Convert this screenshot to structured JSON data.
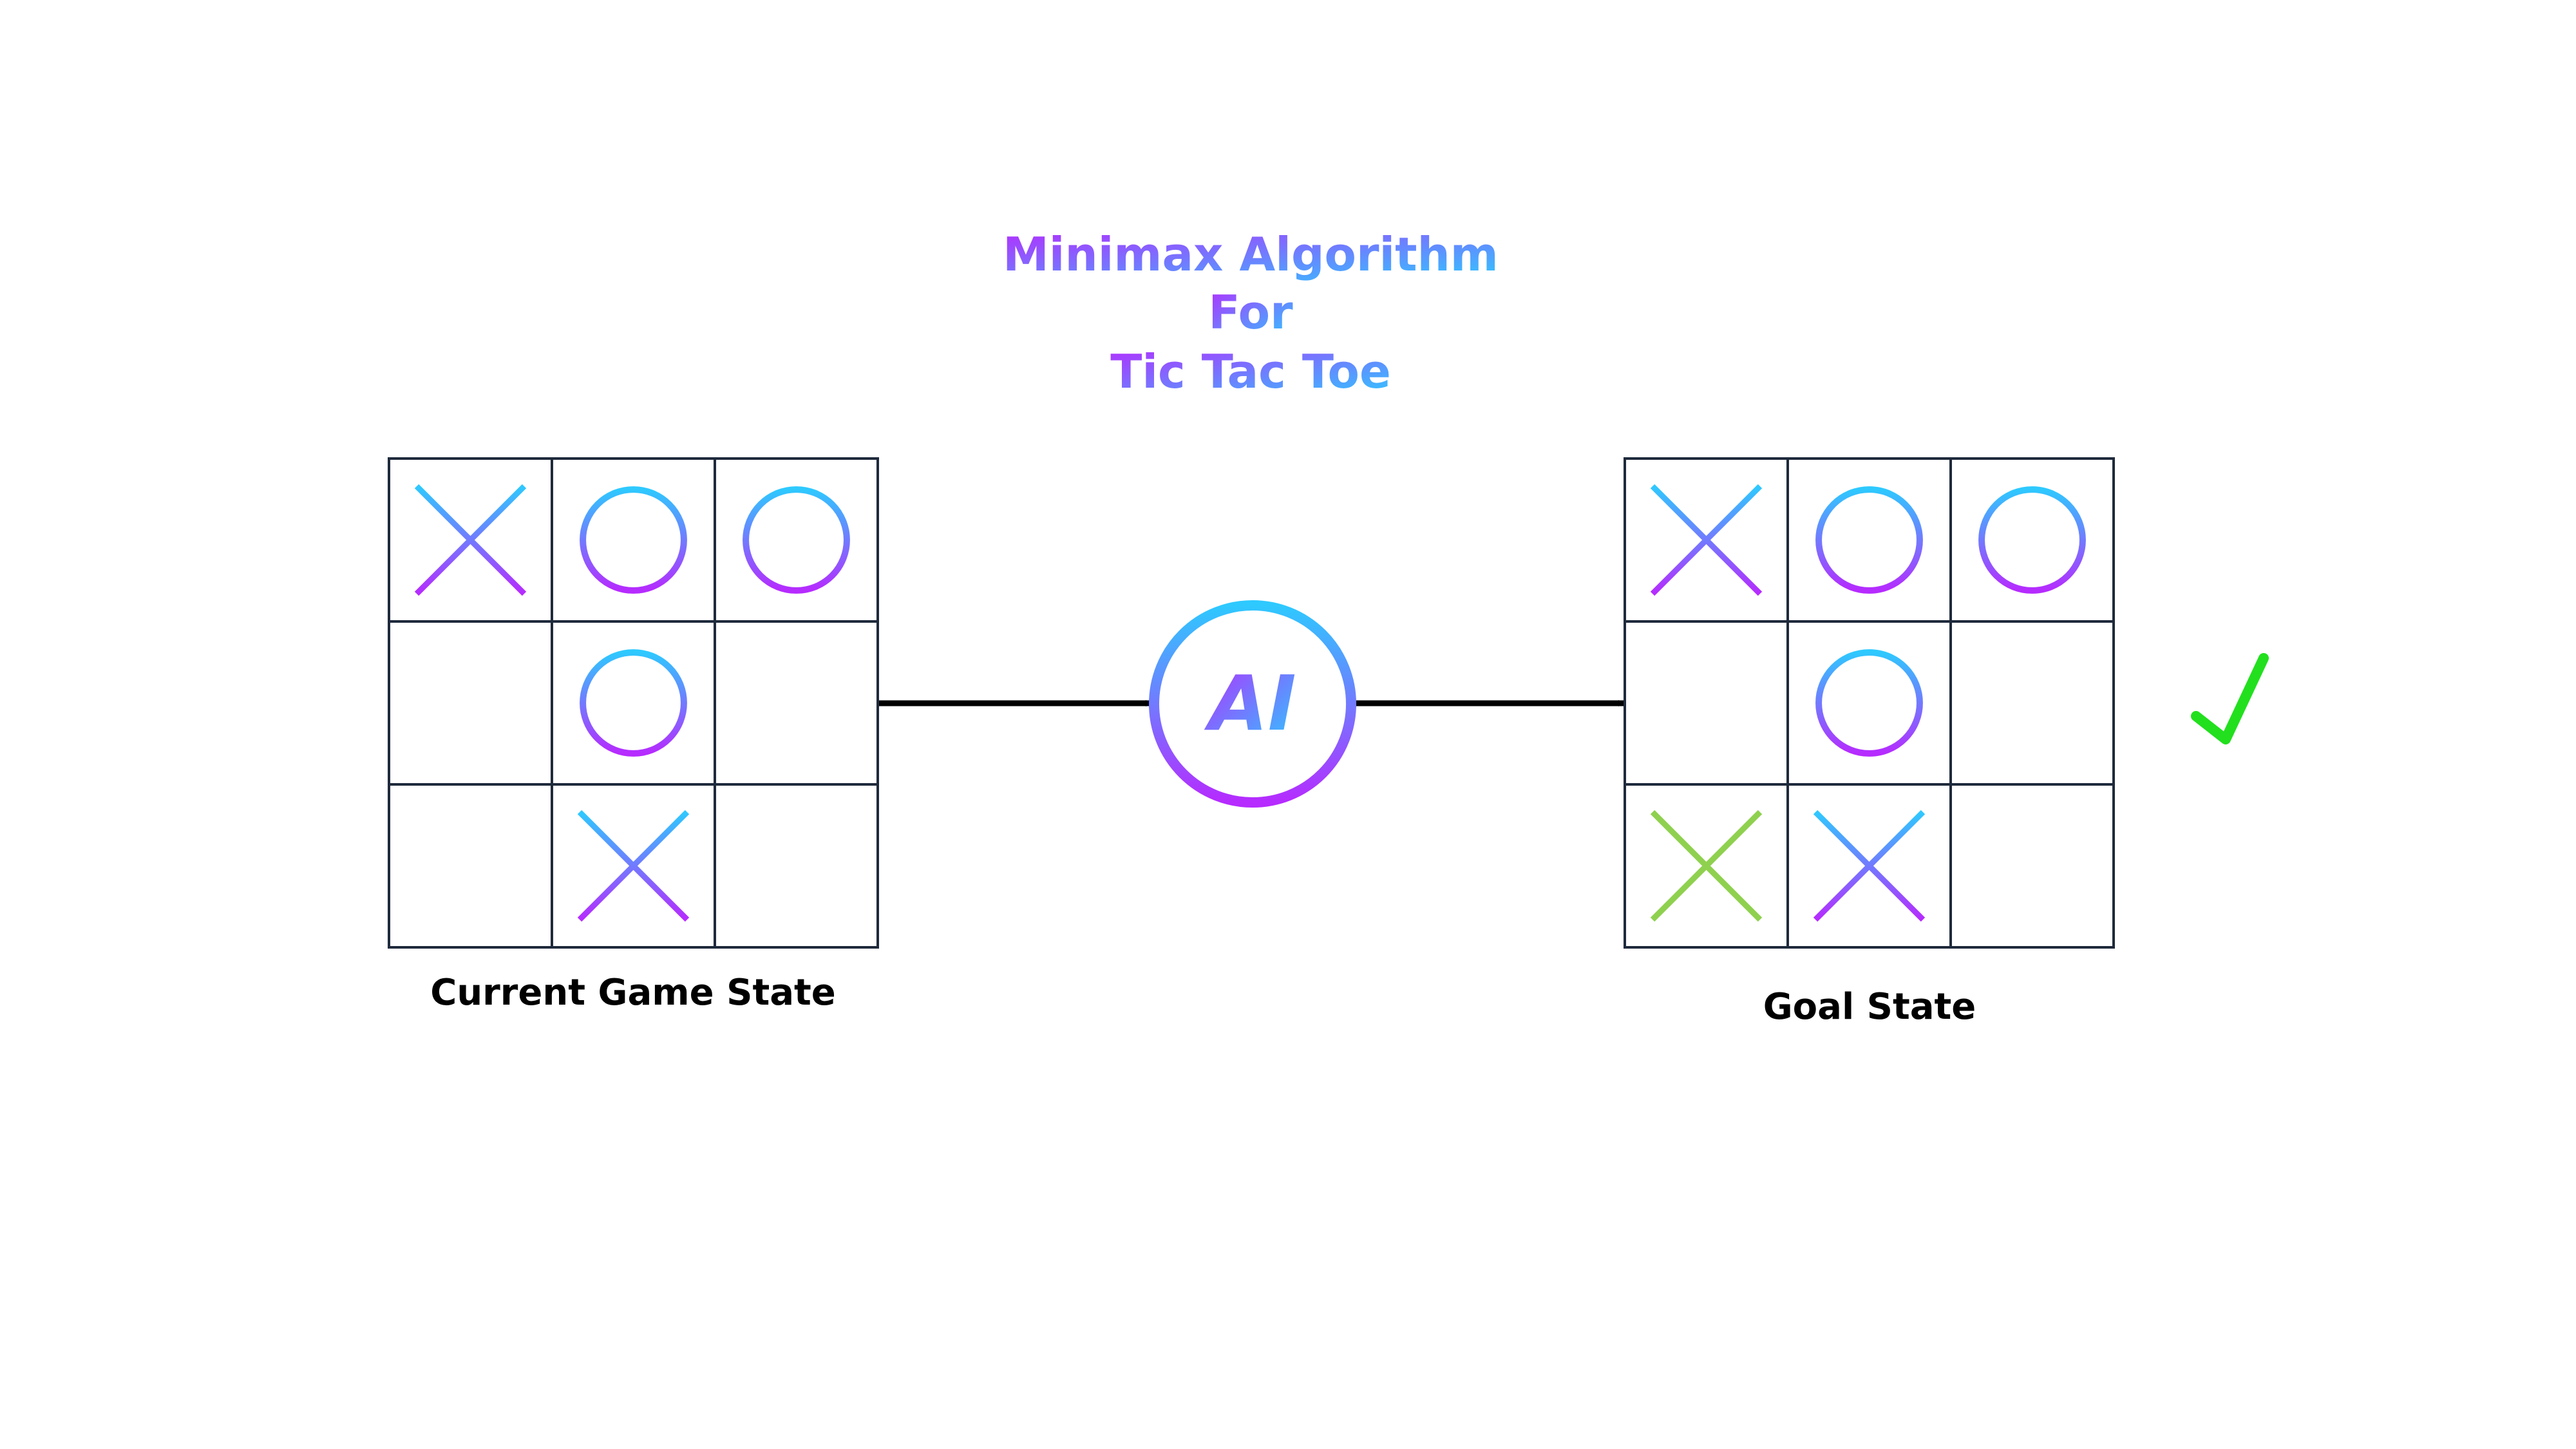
{
  "title": {
    "line1": "Minimax Algorithm",
    "line2": "For",
    "line3": "Tic Tac Toe"
  },
  "current_board": {
    "caption": "Current Game State",
    "cells": [
      "X",
      "O",
      "O",
      "",
      "O",
      "",
      "",
      "X",
      ""
    ]
  },
  "goal_board": {
    "caption": "Goal State",
    "cells": [
      "X",
      "O",
      "O",
      "",
      "O",
      "",
      "X*",
      "X",
      ""
    ]
  },
  "ai_node": {
    "label": "AI"
  },
  "colors": {
    "gradient_start": "#2ec9ff",
    "gradient_end": "#b62bff",
    "new_move": "#8fd14f",
    "check": "#22e01e",
    "grid_line": "#1f2a3c",
    "arrow": "#000000"
  },
  "icons": {
    "result": "checkmark-icon",
    "move_marker": "x-mark-icon",
    "circle_marker": "o-mark-icon"
  }
}
